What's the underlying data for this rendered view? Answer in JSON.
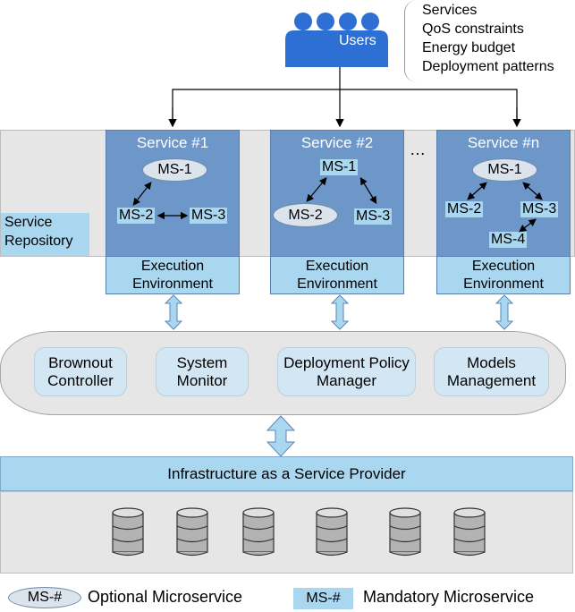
{
  "users": {
    "label": "Users",
    "callout": [
      "Services",
      "QoS constraints",
      "Energy budget",
      "Deployment patterns"
    ]
  },
  "repository": {
    "label": "Service Repository"
  },
  "ellipsis": "…",
  "services": [
    {
      "title": "Service #1",
      "exec": "Execution Environment",
      "ms": [
        {
          "label": "MS-1",
          "type": "optional"
        },
        {
          "label": "MS-2",
          "type": "mandatory"
        },
        {
          "label": "MS-3",
          "type": "mandatory"
        }
      ]
    },
    {
      "title": "Service #2",
      "exec": "Execution Environment",
      "ms": [
        {
          "label": "MS-1",
          "type": "mandatory"
        },
        {
          "label": "MS-2",
          "type": "optional"
        },
        {
          "label": "MS-3",
          "type": "mandatory"
        }
      ]
    },
    {
      "title": "Service #n",
      "exec": "Execution Environment",
      "ms": [
        {
          "label": "MS-1",
          "type": "optional"
        },
        {
          "label": "MS-2",
          "type": "mandatory"
        },
        {
          "label": "MS-3",
          "type": "mandatory"
        },
        {
          "label": "MS-4",
          "type": "mandatory"
        }
      ]
    }
  ],
  "components": [
    "Brownout Controller",
    "System Monitor",
    "Deployment Policy Manager",
    "Models Management"
  ],
  "infrastructure": {
    "label": "Infrastructure as a Service Provider",
    "db_icon": "database-icon"
  },
  "legend": {
    "optional_symbol": "MS-#",
    "optional_label": "Optional Microservice",
    "mandatory_symbol": "MS-#",
    "mandatory_label": "Mandatory Microservice"
  },
  "colors": {
    "service_box": "#6d97c8",
    "light_blue": "#aad7f0",
    "panel_grey": "#e6e6e6",
    "optional_fill": "#dbe3ec",
    "users_blue": "#2e6fd4"
  }
}
